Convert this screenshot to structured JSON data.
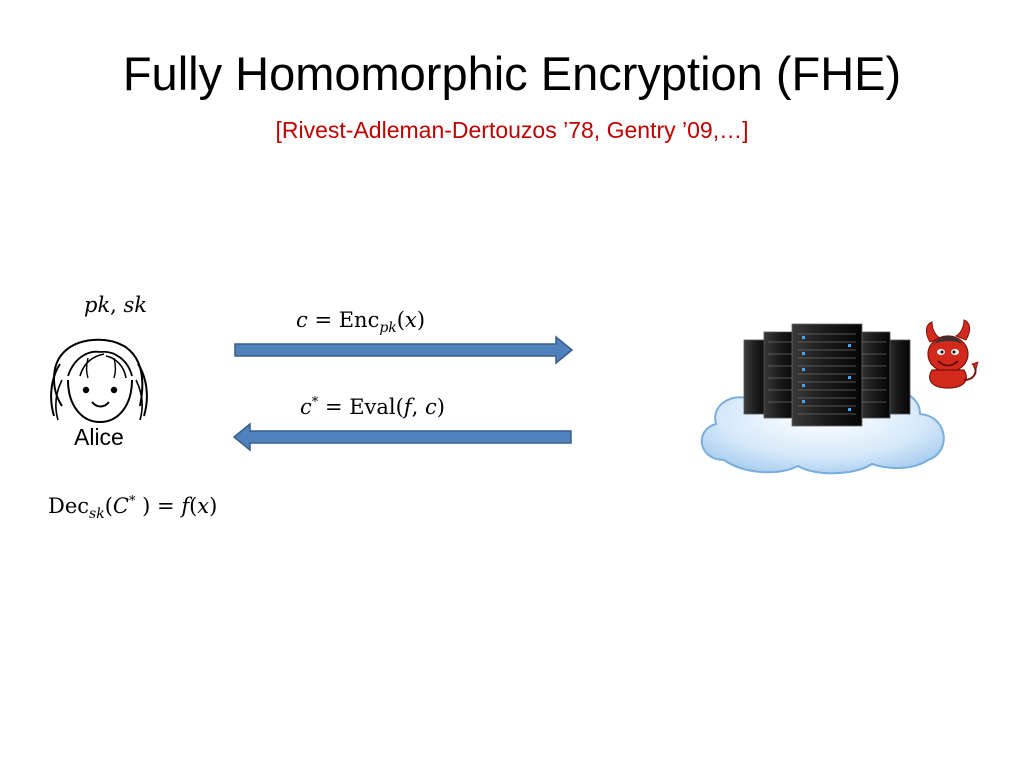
{
  "slide": {
    "title": "Fully Homomorphic Encryption (FHE)",
    "subtitle": "[Rivest-Adleman-Dertouzos ’78, Gentry ’09,…]",
    "subtitle_color": "#c00000"
  },
  "alice": {
    "name": "Alice",
    "keys": {
      "pk": "pk",
      "sep": ", ",
      "sk": "sk"
    }
  },
  "enc": {
    "lhs": "c",
    "eq": " = ",
    "func": "Enc",
    "sub": "pk",
    "arg_open": "(",
    "arg": "x",
    "arg_close": ")"
  },
  "eval": {
    "lhs": "c",
    "star": "*",
    "eq": " = ",
    "func": "Eval",
    "open": "(",
    "f": "f",
    "comma": ", ",
    "c": "c",
    "close": ")"
  },
  "dec": {
    "func": "Dec",
    "sub": "sk",
    "open": "(",
    "c": "C",
    "star": "*",
    "close": " )",
    "eq": " = ",
    "f": "f",
    "fopen": "(",
    "x": "x",
    "fclose": ")"
  },
  "colors": {
    "arrow_fill": "#4f81bd",
    "arrow_stroke": "#385d8a",
    "cloud_fill": "#bcd9f5",
    "cloud_stroke": "#7aaedc",
    "devil": "#d42a1e"
  },
  "icons": [
    "alice-face-icon",
    "server-rack-icon",
    "cloud-icon",
    "devil-icon"
  ]
}
